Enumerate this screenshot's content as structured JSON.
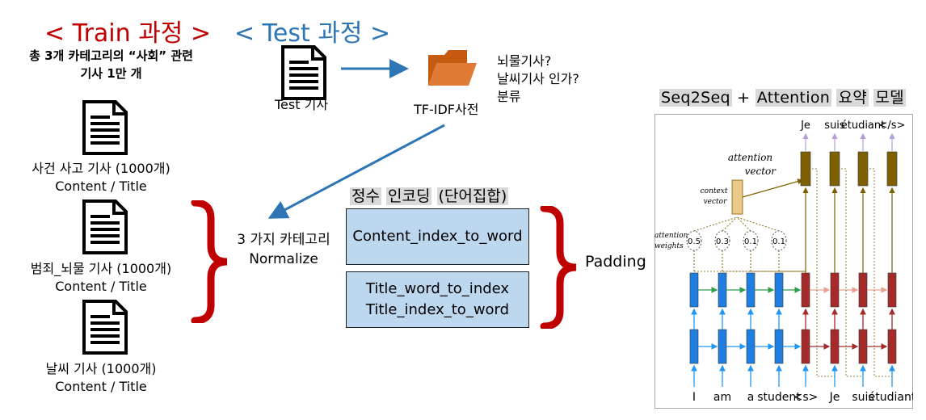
{
  "headers": {
    "train": "< Train 과정 >",
    "test": "< Test 과정 >"
  },
  "train_desc": [
    "총 3개 카테고리의 “사회” 관련",
    "기사 1만 개"
  ],
  "train_docs": [
    {
      "name": "사건 사고 기사 (1000개)",
      "sub": "Content / Title"
    },
    {
      "name": "범죄_뇌물 기사 (1000개)",
      "sub": "Content / Title"
    },
    {
      "name": "날씨 기사 (1000개)",
      "sub": "Content / Title"
    }
  ],
  "test_doc_label": "Test 기사",
  "tfidf_label": "TF-IDF사전",
  "classify_lines": [
    "뇌물기사?",
    "날씨기사 인가?",
    "분류"
  ],
  "normalize": [
    "3 가지 카테고리",
    "Normalize"
  ],
  "encoding": {
    "w1": "정수",
    "w2": "인코딩",
    "w3": "(단어집합)"
  },
  "box1": "Content_index_to_word",
  "box2": [
    "Title_word_to_index",
    "Title_index_to_word"
  ],
  "padding": "Padding",
  "model_title": {
    "w1": "Seq2Seq",
    "w2": "+",
    "w3": "Attention",
    "w4": "요약",
    "w5": "모델"
  },
  "model": {
    "outputs": [
      "Je",
      "suis",
      "étudiant",
      "</s>"
    ],
    "inputs": [
      "I",
      "am",
      "a",
      "student",
      "<s>",
      "Je",
      "suis",
      "étudiant"
    ],
    "weights": [
      "0.5",
      "0.3",
      "0.1",
      "0.1"
    ],
    "attention_vector_label": [
      "attention",
      "vector"
    ],
    "context_vector_label": [
      "context",
      "vector"
    ],
    "attention_weights_label": [
      "attention",
      "weights"
    ]
  },
  "colors": {
    "train_red": "#c00000",
    "test_blue": "#2e75b6",
    "box_fill": "#bdd7ee",
    "folder": "#c55a11",
    "encoder": "#1e7fe0",
    "decoder": "#a52a2a",
    "attn_vec": "#7f6000"
  }
}
